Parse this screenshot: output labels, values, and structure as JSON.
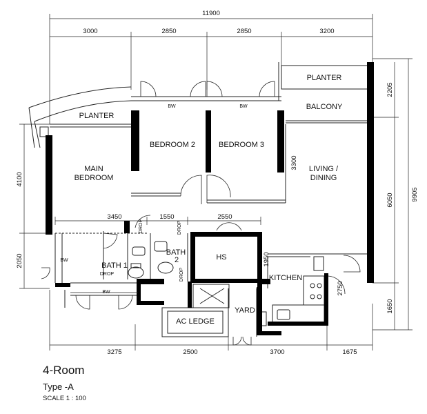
{
  "dimensions": {
    "overall_width": "11900",
    "top": [
      "3000",
      "2850",
      "2850",
      "3200"
    ],
    "bottom": [
      "3275",
      "2500",
      "3700",
      "1675"
    ],
    "inner": [
      "3450",
      "1550",
      "2550"
    ],
    "left": [
      "4100",
      "2050"
    ],
    "right_outer": "9905",
    "right_inner": [
      "2205",
      "6050",
      "1650"
    ],
    "interior": [
      "3300",
      "1950",
      "2750"
    ]
  },
  "rooms": {
    "planter_top": "PLANTER",
    "planter_left": "PLANTER",
    "balcony": "BALCONY",
    "bedroom2": "BEDROOM 2",
    "bedroom3": "BEDROOM 3",
    "main_bedroom": [
      "MAIN",
      "BEDROOM"
    ],
    "living_dining": [
      "LIVING /",
      "DINING"
    ],
    "bath1": "BATH 1",
    "bath2": [
      "BATH",
      "2"
    ],
    "hs": "HS",
    "kitchen": "KITCHEN",
    "yard": "YARD",
    "ac_ledge": "AC LEDGE"
  },
  "labels": {
    "bw": "BW",
    "drop": "DROP"
  },
  "caption": {
    "title": "4-Room",
    "type": "Type -A",
    "scale": "SCALE 1 : 100"
  }
}
